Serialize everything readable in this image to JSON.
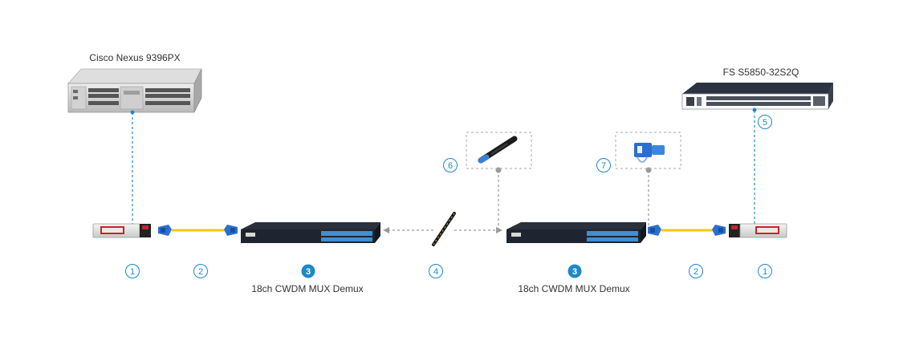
{
  "devices": {
    "left_switch": {
      "label": "Cisco Nexus 9396PX"
    },
    "right_switch": {
      "label": "FS S5850-32S2Q"
    },
    "mux_left": {
      "label": "18ch CWDM MUX Demux"
    },
    "mux_right": {
      "label": "18ch CWDM MUX Demux"
    }
  },
  "markers": {
    "m1_left": "1",
    "m2_left": "2",
    "m3_left": "3",
    "m4": "4",
    "m3_right": "3",
    "m2_right": "2",
    "m1_right": "1",
    "m5": "5",
    "m6": "6",
    "m7": "7"
  },
  "colors": {
    "accent": "#1e88c8",
    "cable_yellow": "#f5c518",
    "connector_blue": "#2a6fd0",
    "device_dark": "#1f2530",
    "port_blue": "#3f8fd6"
  },
  "icons": {
    "sfp_module": "sfp-transceiver-icon",
    "lc_connector": "lc-connector-icon",
    "fiber_cable": "fiber-cable-icon",
    "flashlight": "flashlight-icon",
    "loopback": "loopback-adapter-icon"
  }
}
